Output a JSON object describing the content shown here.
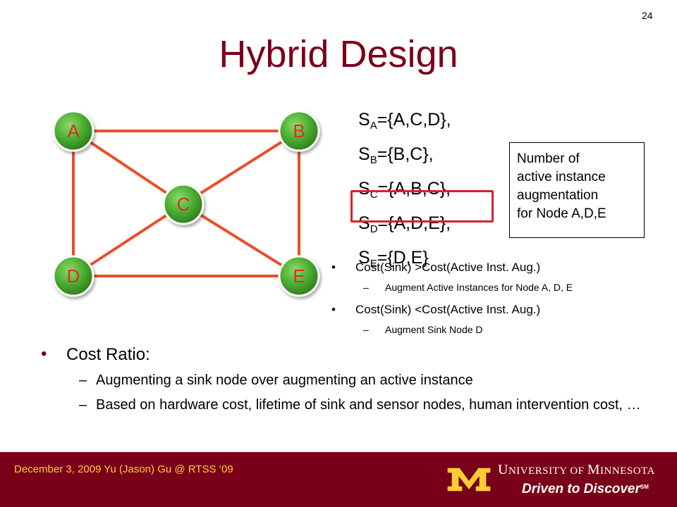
{
  "slide": {
    "page_number": "24",
    "title": "Hybrid Design",
    "graph": {
      "nodes": [
        {
          "id": "A",
          "label": "A"
        },
        {
          "id": "B",
          "label": "B"
        },
        {
          "id": "C",
          "label": "C"
        },
        {
          "id": "D",
          "label": "D"
        },
        {
          "id": "E",
          "label": "E"
        }
      ],
      "edges": [
        [
          "A",
          "B"
        ],
        [
          "A",
          "C"
        ],
        [
          "A",
          "D"
        ],
        [
          "B",
          "C"
        ],
        [
          "B",
          "E"
        ],
        [
          "C",
          "D"
        ],
        [
          "C",
          "E"
        ],
        [
          "D",
          "E"
        ]
      ],
      "node_color": "#4caf32",
      "edge_color": "#e8502a"
    },
    "sets": [
      {
        "letter": "S",
        "sub": "A",
        "value": "={A,C,D},"
      },
      {
        "letter": "S",
        "sub": "B",
        "value": "={B,C},"
      },
      {
        "letter": "S",
        "sub": "C",
        "value": "={A,B,C},"
      },
      {
        "letter": "S",
        "sub": "D",
        "value": "={A,D,E},"
      },
      {
        "letter": "S",
        "sub": "E",
        "value": "={D,E}"
      }
    ],
    "note_box": {
      "lines": [
        "Number of",
        "active instance",
        "augmentation",
        "for Node A,D,E"
      ]
    },
    "right_bullets": [
      {
        "text": "Cost(Sink) >Cost(Active Inst. Aug.)",
        "sub": "Augment Active Instances for Node A, D, E"
      },
      {
        "text": "Cost(Sink) <Cost(Active Inst. Aug.)",
        "sub": "Augment Sink Node D"
      }
    ],
    "main_bullet": {
      "text": "Cost Ratio:",
      "subs": [
        "Augmenting a sink node over augmenting an active instance",
        "Based on hardware cost, lifetime of sink and sensor nodes, human intervention cost, …"
      ]
    },
    "footer": {
      "text": "December 3, 2009 Yu (Jason) Gu @ RTSS ‘09",
      "university_prefix_big": "U",
      "university_prefix_rest": "NIVERSITY OF ",
      "university_suffix_big": "M",
      "university_suffix_rest": "INNESOTA",
      "tagline": "Driven to Discover",
      "tagline_mark": "SM"
    },
    "colors": {
      "title": "#7a0019",
      "footer_bg": "#7a0019",
      "footer_text": "#ffcc33",
      "highlight": "#d9202e"
    }
  }
}
